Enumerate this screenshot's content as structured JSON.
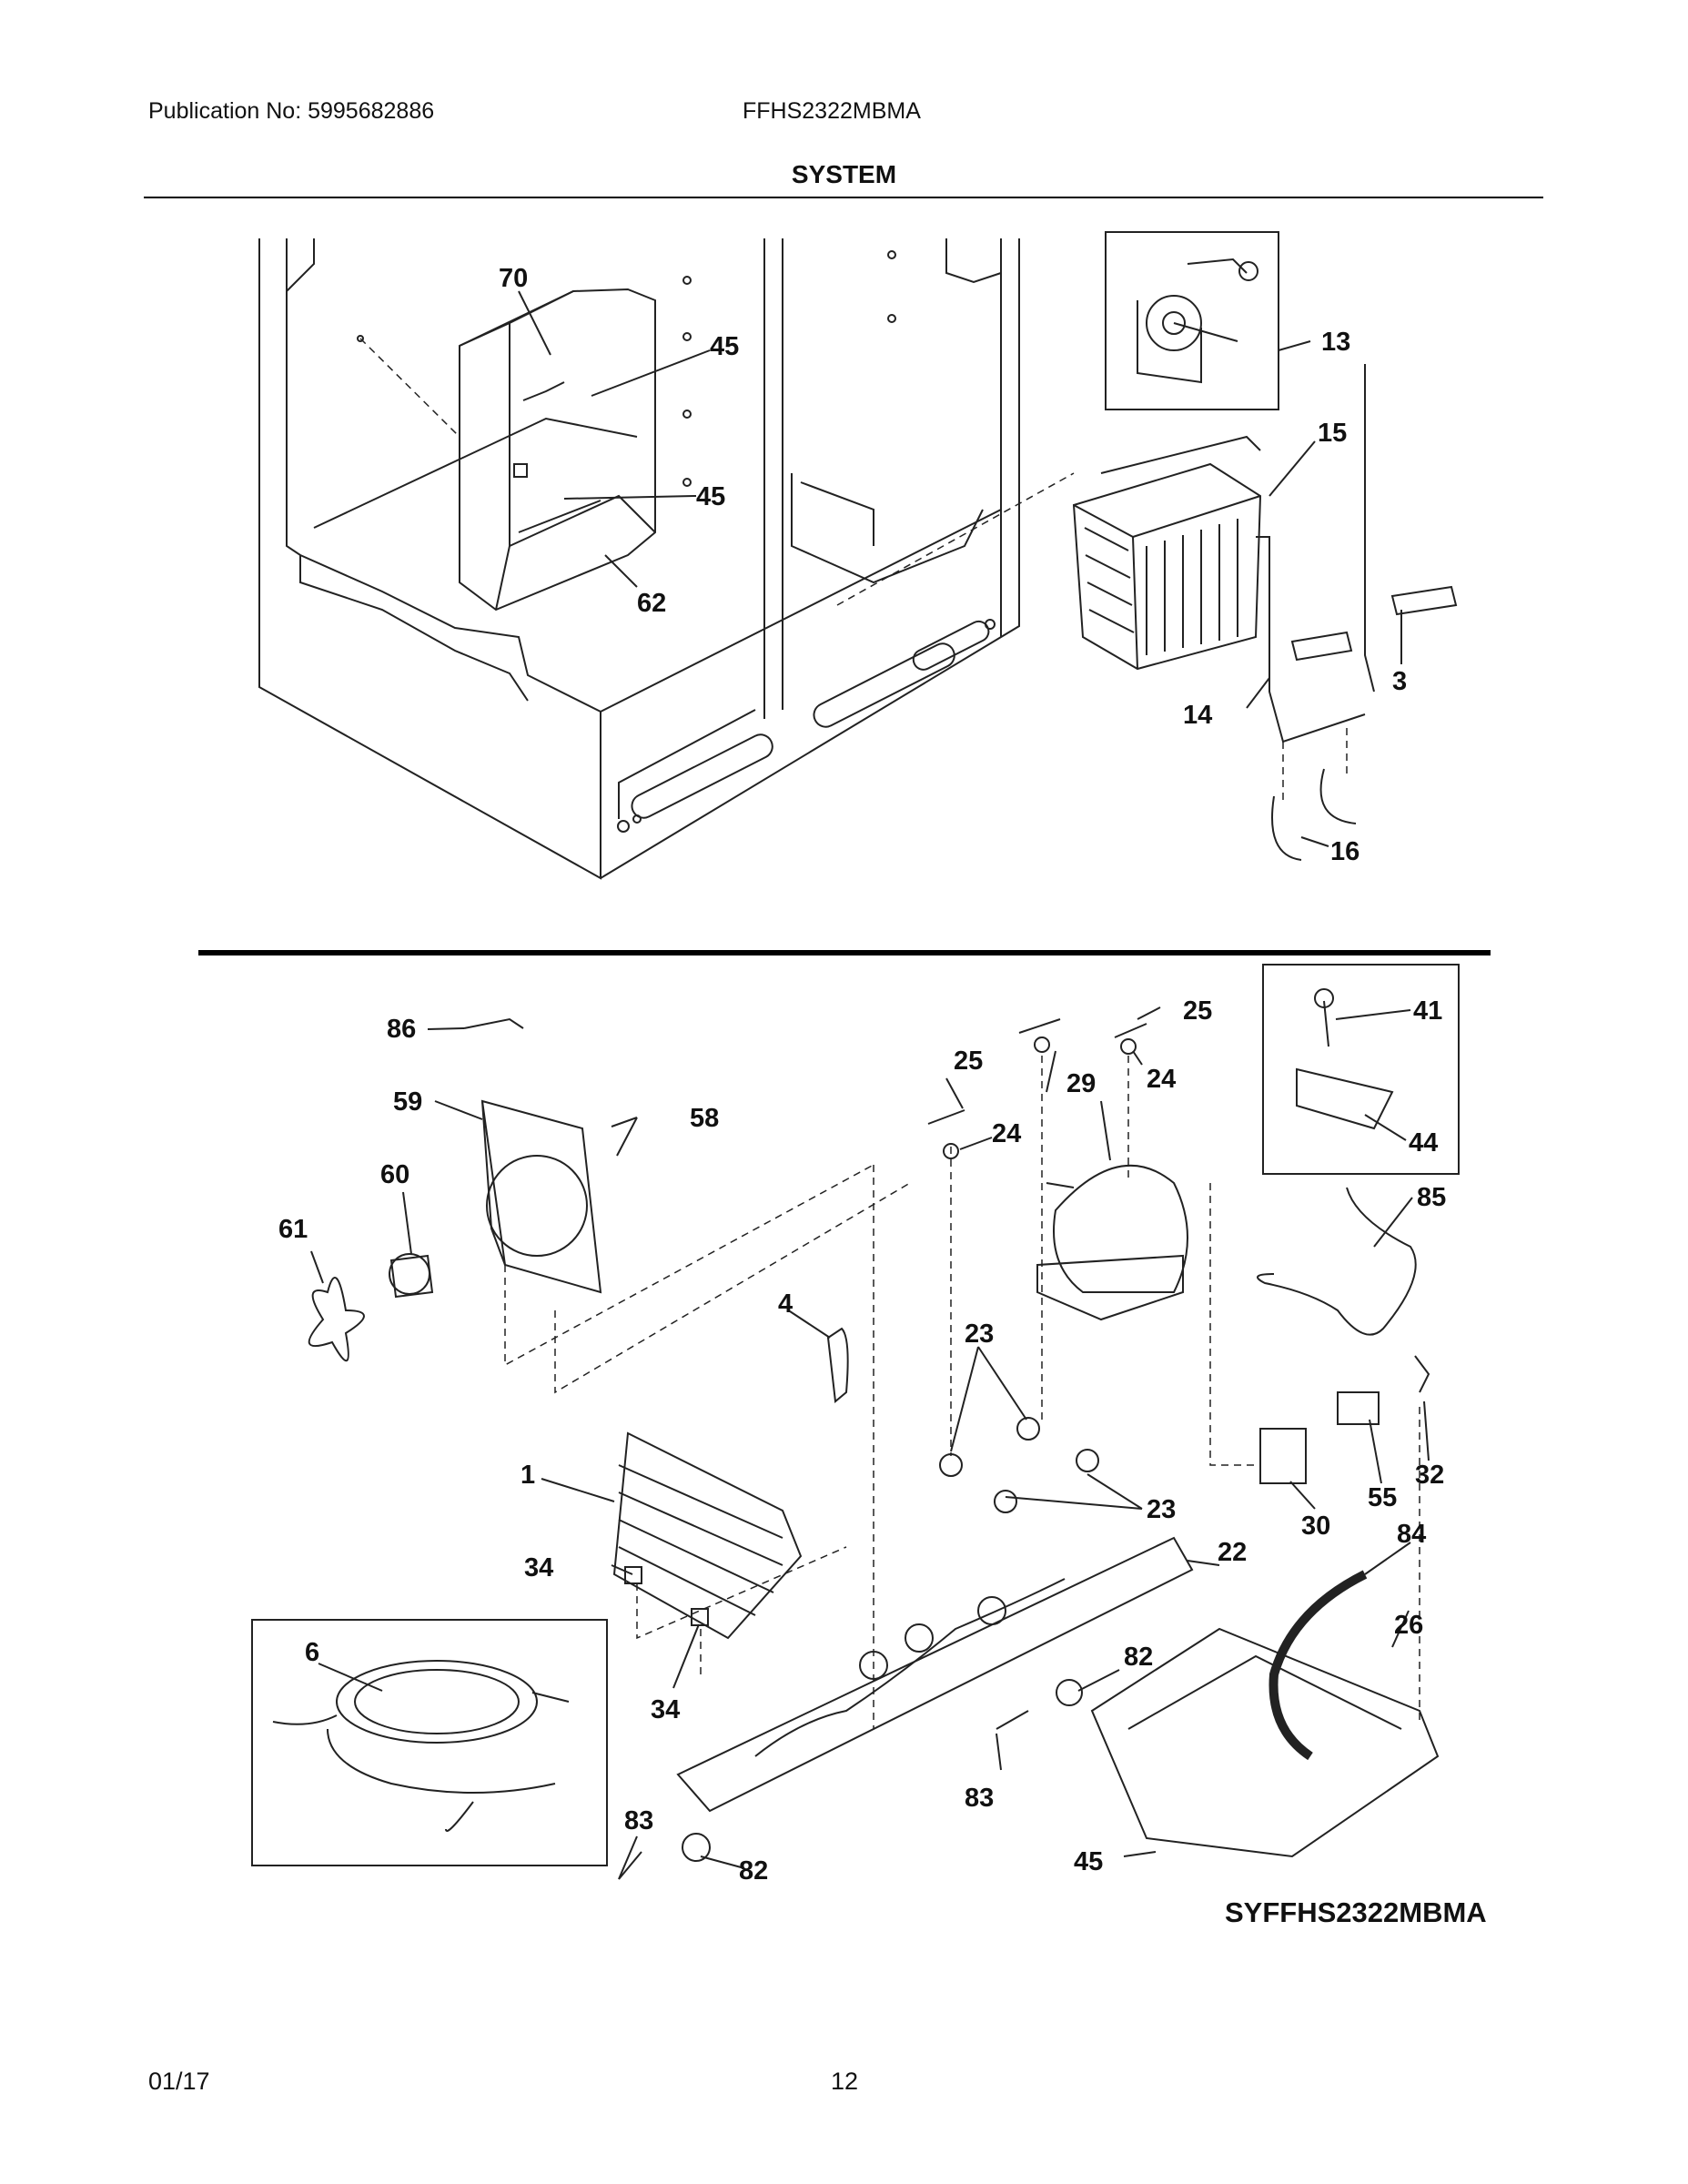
{
  "header": {
    "publication": "Publication No:  5995682886",
    "model": "FFHS2322MBMA",
    "section_title": "SYSTEM"
  },
  "callouts": {
    "c70": "70",
    "c45a": "45",
    "c45b": "45",
    "c62": "62",
    "c13": "13",
    "c15": "15",
    "c14": "14",
    "c3": "3",
    "c16": "16",
    "c86": "86",
    "c59": "59",
    "c58": "58",
    "c60": "60",
    "c61": "61",
    "c4": "4",
    "c1": "1",
    "c34a": "34",
    "c34b": "34",
    "c6": "6",
    "c25a": "25",
    "c25b": "25",
    "c24a": "24",
    "c24b": "24",
    "c29": "29",
    "c23a": "23",
    "c23b": "23",
    "c22": "22",
    "c82a": "82",
    "c82b": "82",
    "c83a": "83",
    "c83b": "83",
    "c41": "41",
    "c44": "44",
    "c85": "85",
    "c32": "32",
    "c55": "55",
    "c30": "30",
    "c84": "84",
    "c26": "26",
    "c45c": "45"
  },
  "diagram_code": "SYFFHS2322MBMA",
  "footer": {
    "date": "01/17",
    "page": "12"
  }
}
